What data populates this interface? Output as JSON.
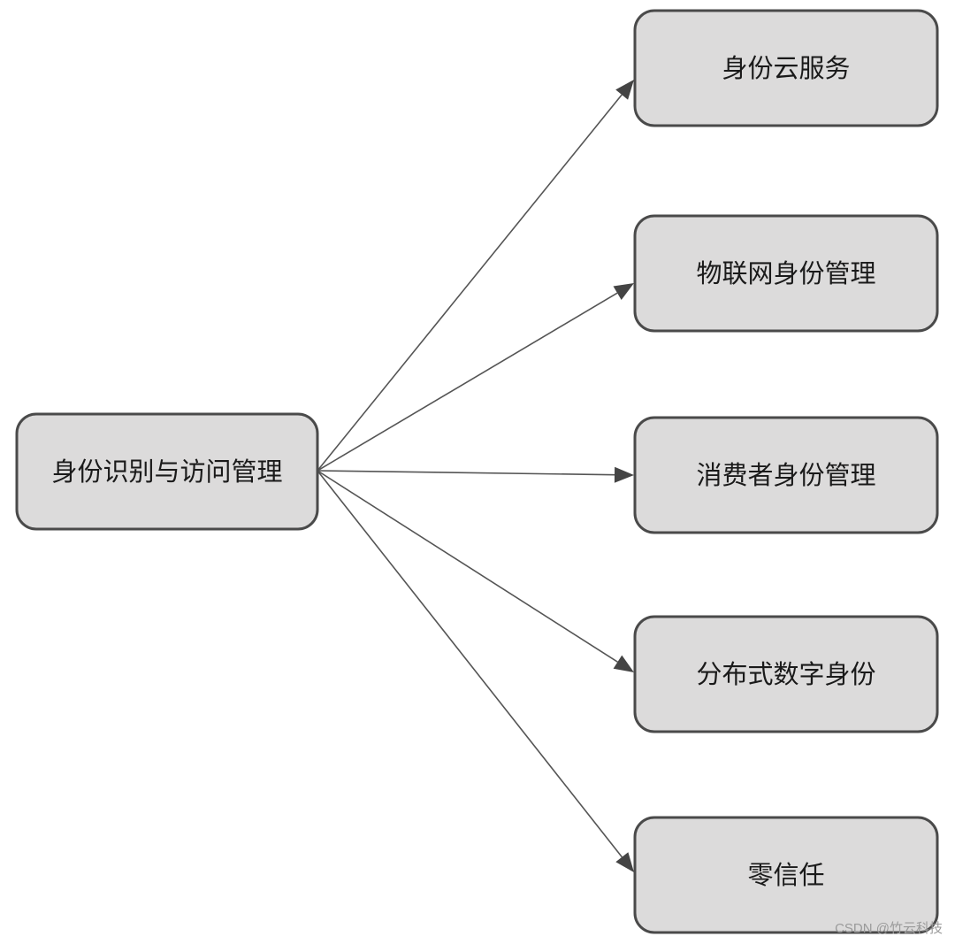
{
  "diagram": {
    "root": {
      "label": "身份识别与访问管理"
    },
    "children": [
      {
        "label": "身份云服务"
      },
      {
        "label": "物联网身份管理"
      },
      {
        "label": "消费者身份管理"
      },
      {
        "label": "分布式数字身份"
      },
      {
        "label": "零信任"
      }
    ],
    "colors": {
      "node_fill": "#dcdbdb",
      "node_border": "#4a4a4a",
      "edge": "#555555"
    }
  },
  "watermark": "CSDN @竹云科技"
}
